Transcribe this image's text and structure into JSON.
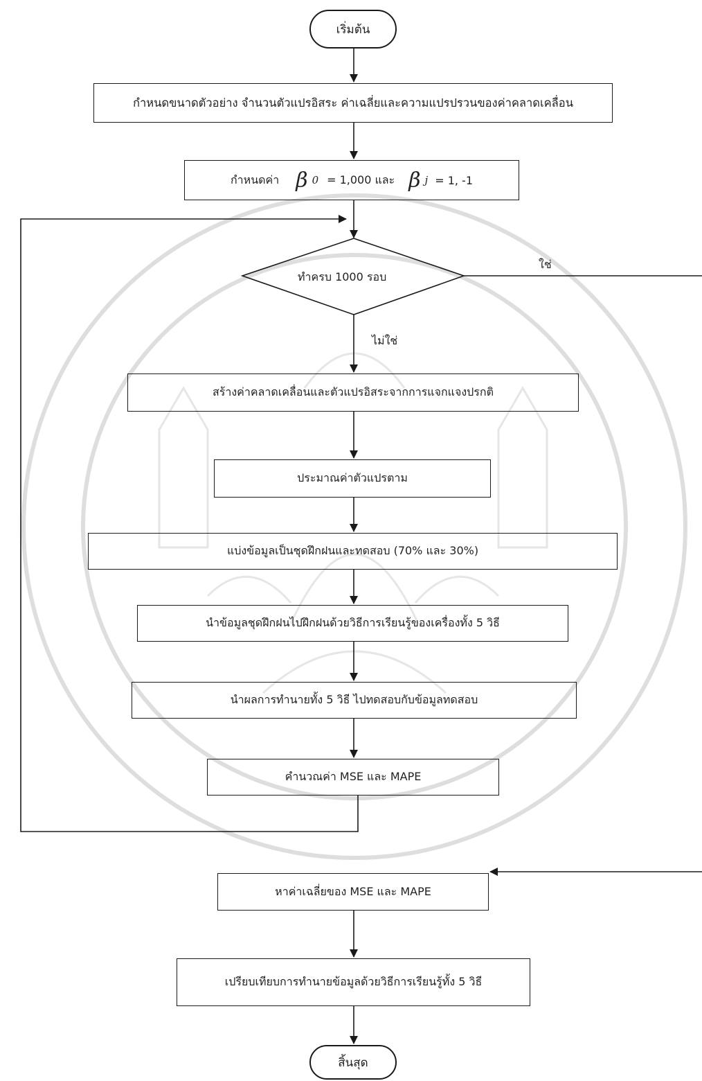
{
  "nodes": {
    "start": "เริ่มต้น",
    "set_params": "กำหนดขนาดตัวอย่าง จำนวนตัวแปรอิสระ ค่าเฉลี่ยและความแปรปรวนของค่าคลาดเคลื่อน",
    "set_beta": {
      "prefix": "กำหนดค่า",
      "beta0_symbol": "β",
      "beta0_sub": "0",
      "beta0_value": "= 1,000 และ",
      "betaj_symbol": "β",
      "betaj_sub": "j",
      "betaj_value": "= 1, -1"
    },
    "decision": "ทำครบ 1000  รอบ",
    "generate": "สร้างค่าคลาดเคลื่อนและตัวแปรอิสระจากการแจกแจงปรกติ",
    "estimate": "ประมาณค่าตัวแปรตาม",
    "split": "แบ่งข้อมูลเป็นชุดฝึกฝนและทดสอบ (70% และ 30%)",
    "train": "นำข้อมูลชุดฝึกฝนไปฝึกฝนด้วยวิธีการเรียนรู้ของเครื่องทั้ง 5 วิธี",
    "test": "นำผลการทำนายทั้ง 5 วิธี ไปทดสอบกับข้อมูลทดสอบ",
    "compute": "คำนวณค่า MSE และ MAPE",
    "average": "หาค่าเฉลี่ยของ MSE และ MAPE",
    "compare": "เปรียบเทียบการทำนายข้อมูลด้วยวิธีการเรียนรู้ทั้ง 5 วิธี",
    "end": "สิ้นสุด"
  },
  "edge_labels": {
    "yes": "ใช่",
    "no": "ไม่ใช่"
  },
  "colors": {
    "line": "#1a1a1a",
    "watermark": "#dcdcdc"
  }
}
